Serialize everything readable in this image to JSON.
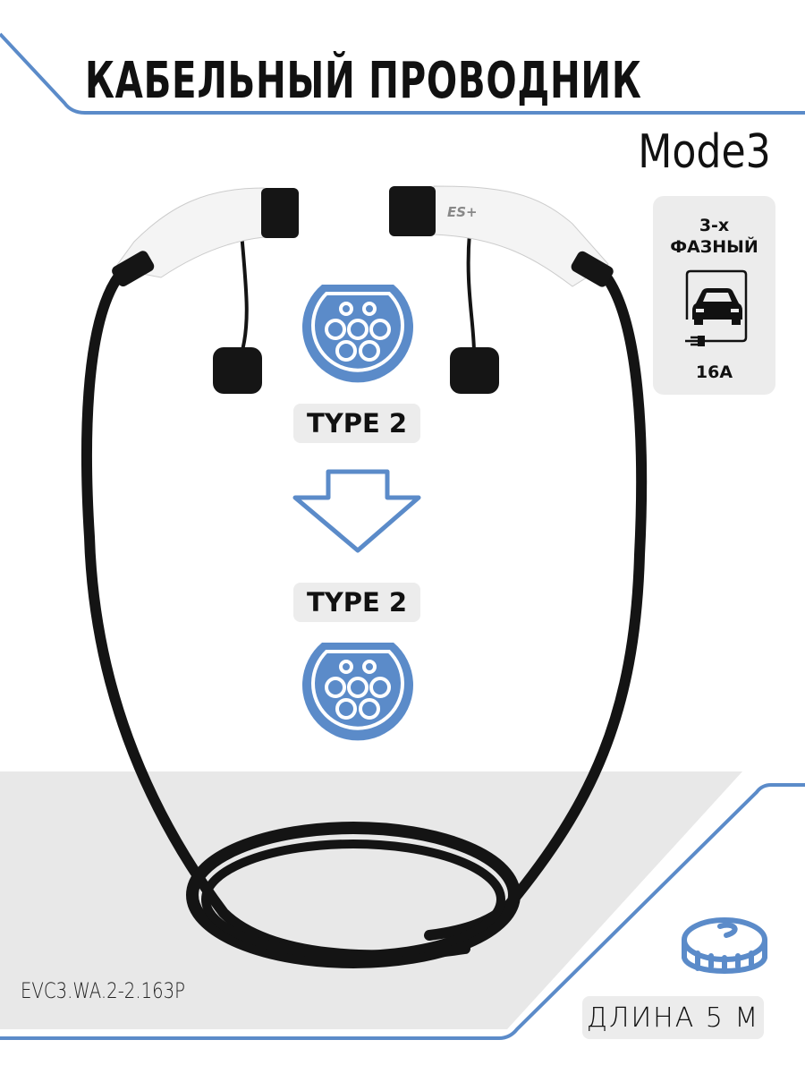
{
  "header": {
    "title": "КАБЕЛЬНЫЙ ПРОВОДНИК",
    "subtitle": "Mode3"
  },
  "connectors": {
    "from_label": "TYPE 2",
    "to_label": "TYPE 2",
    "connector_icon": "type2-socket-icon",
    "arrow_icon": "arrow-down-icon"
  },
  "product": {
    "brand_mark": "ES+",
    "model": "EVC3.WA.2-2.163P"
  },
  "spec_card": {
    "phase_line1": "3-х",
    "phase_line2": "ФАЗНЫЙ",
    "icon": "car-charging-icon",
    "current": "16A"
  },
  "length": {
    "icon": "tape-measure-icon",
    "label": "ДЛИНА  5 М"
  },
  "colors": {
    "accent": "#5b8bc9",
    "panel": "#ececec",
    "text": "#111111",
    "cable": "#111111"
  }
}
